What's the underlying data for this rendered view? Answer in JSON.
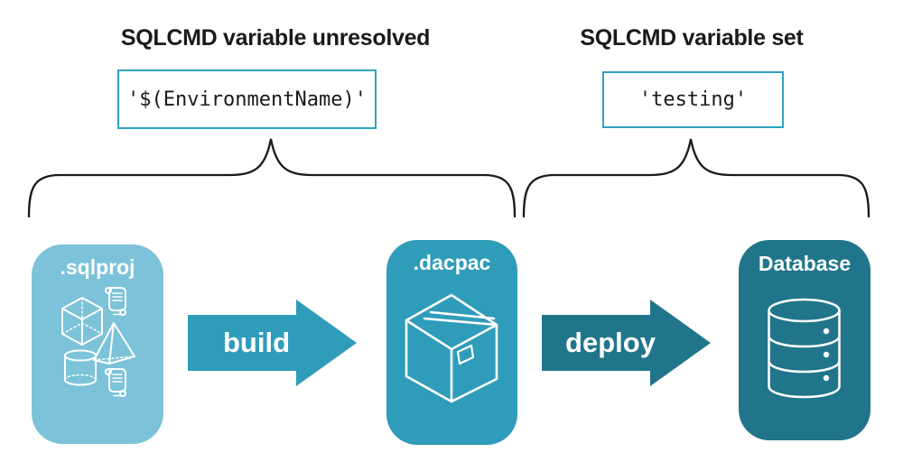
{
  "diagram": {
    "colors": {
      "light": "#7cc3d9",
      "mid": "#2f9cba",
      "dark": "#21758a",
      "border": "#2ea3c1",
      "ink": "#1a1a1a"
    },
    "annotations": [
      {
        "title": "SQLCMD variable unresolved",
        "code": "'$(EnvironmentName)'"
      },
      {
        "title": "SQLCMD variable set",
        "code": "'testing'"
      }
    ],
    "nodes": [
      {
        "label": ".sqlproj",
        "icon": "sql-objects-icon"
      },
      {
        "label": ".dacpac",
        "icon": "package-box-icon"
      },
      {
        "label": "Database",
        "icon": "database-cylinder-icon"
      }
    ],
    "arrows": [
      {
        "label": "build"
      },
      {
        "label": "deploy"
      }
    ]
  }
}
